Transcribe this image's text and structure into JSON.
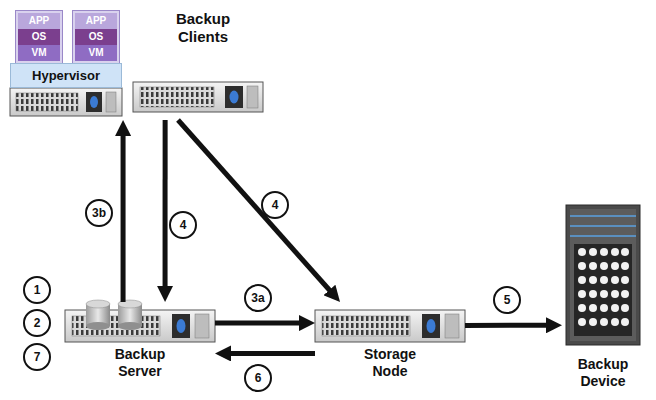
{
  "diagram": {
    "nodes": [
      {
        "text": [
          "Backup Clients"
        ]
      },
      {
        "text": [
          "APP",
          "OS",
          "VM"
        ],
        "in": 0
      },
      {
        "text": [
          "APP",
          "OS",
          "VM"
        ],
        "in": 0
      },
      {
        "text": [
          "Hypervisor"
        ],
        "in": 0
      },
      {
        "text": [
          "Backup Server"
        ]
      },
      {
        "text": [
          "Storage Node"
        ]
      },
      {
        "text": [
          "Backup Device"
        ]
      }
    ],
    "edges": [
      {
        "from": 4,
        "to": 0,
        "arrow": "to",
        "label": "3b"
      },
      {
        "from": 0,
        "to": 4,
        "arrow": "to",
        "label": "4"
      },
      {
        "from": 0,
        "to": 5,
        "arrow": "to",
        "label": "4"
      },
      {
        "from": 4,
        "to": 5,
        "arrow": "to",
        "label": "3a"
      },
      {
        "from": 5,
        "to": 4,
        "arrow": "to",
        "label": "6"
      },
      {
        "from": 5,
        "to": 6,
        "arrow": "to",
        "label": "5"
      }
    ],
    "labels": [
      "1",
      "2",
      "7"
    ]
  }
}
